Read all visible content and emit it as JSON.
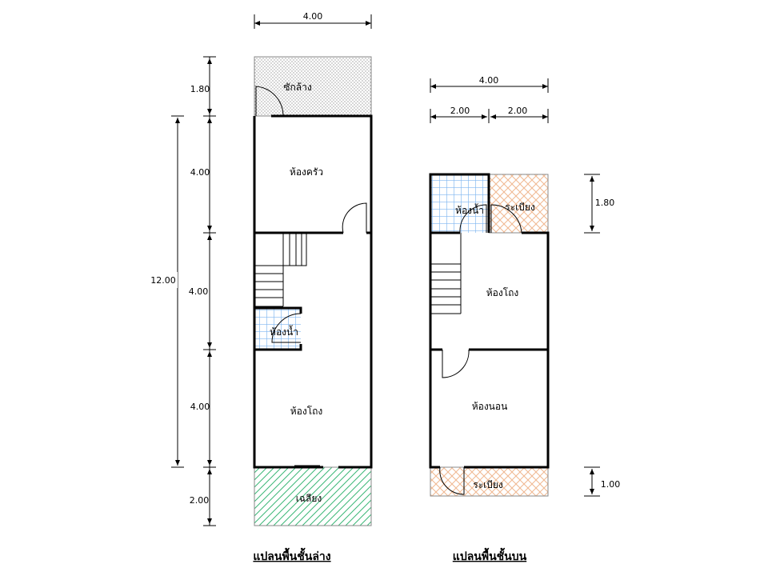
{
  "ground_floor": {
    "title": "แปลนพื้นชั้นล่าง",
    "rooms": {
      "laundry": "ซักล้าง",
      "kitchen": "ห้องครัว",
      "bathroom": "ห้องน้ำ",
      "living": "ห้องโถง",
      "porch": "เฉลียง"
    },
    "dims": {
      "width": "4.00",
      "laundry": "1.80",
      "kitchen": "4.00",
      "middle": "4.00",
      "living": "4.00",
      "porch": "2.00",
      "overall": "12.00"
    }
  },
  "upper_floor": {
    "title": "แปลนพื้นชั้นบน",
    "rooms": {
      "bathroom": "ห้องน้ำ",
      "balcony_back": "ระเบียง",
      "living": "ห้องโถง",
      "bedroom": "ห้องนอน",
      "balcony_front": "ระเบียง"
    },
    "dims": {
      "width": "4.00",
      "left_half": "2.00",
      "right_half": "2.00",
      "back": "1.80",
      "front": "1.00"
    }
  },
  "colors": {
    "tile": "#7fb6f0",
    "balcony": "#f0b890",
    "porch": "#3cb878",
    "dots": "#999999"
  }
}
